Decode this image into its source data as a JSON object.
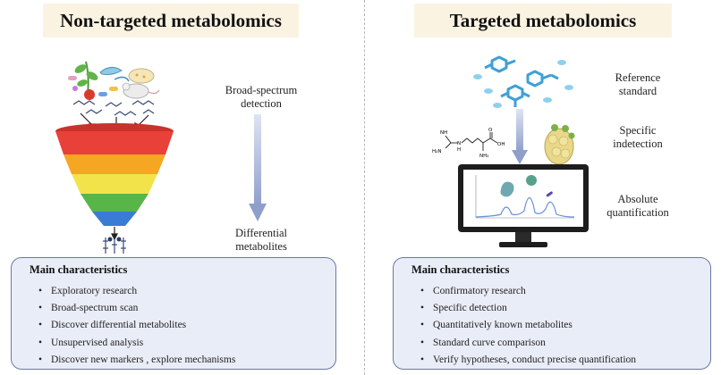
{
  "left": {
    "title": "Non-targeted metabolomics",
    "label_broad": [
      "Broad-spectrum",
      "detection"
    ],
    "label_diff": [
      "Differential",
      "metabolites"
    ],
    "characteristics_title": "Main characteristics",
    "characteristics": [
      "Exploratory research",
      "Broad-spectrum scan",
      "Discover differential metabolites",
      "Unsupervised analysis",
      "Discover new markers , explore mechanisms"
    ],
    "funnel_colors": [
      "#e8413a",
      "#f5a623",
      "#f3e34a",
      "#58b548",
      "#3a7bd5"
    ]
  },
  "right": {
    "title": "Targeted metabolomics",
    "label_ref": [
      "Reference",
      "standard"
    ],
    "label_spec": [
      "Specific",
      "indetection"
    ],
    "label_abs": [
      "Absolute",
      "quantification"
    ],
    "characteristics_title": "Main characteristics",
    "characteristics": [
      "Confirmatory research",
      "Specific detection",
      "Quantitatively known metabolites",
      "Standard curve comparison",
      "Verify hypotheses, conduct precise quantification"
    ],
    "molecule_labels": {
      "nh": "NH",
      "h2n": "H₂N",
      "n": "N",
      "h": "H",
      "o": "O",
      "oh": "OH",
      "nh2": "NH₂"
    }
  },
  "colors": {
    "arrow": "#8e9fcb",
    "box_fill": "#e9edf7",
    "box_border": "#6a78a8",
    "title_bg": "#fbf3e2"
  },
  "bullet": "•"
}
